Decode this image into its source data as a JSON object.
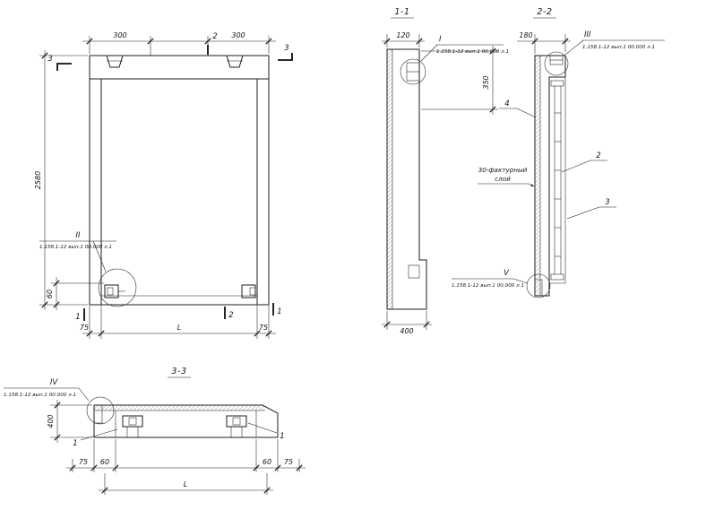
{
  "drawing": {
    "ref": "1.158.1-12 вып.1 00.000 л.1",
    "elevation": {
      "dim_300_left": "300",
      "mark_2_top": "2",
      "dim_300_right": "300",
      "mark_3_left": "3",
      "mark_3_right": "3",
      "dim_2580": "2580",
      "dim_60": "60",
      "detail_label": "II",
      "mark_1_left": "1",
      "mark_2_bottom": "2",
      "mark_1_right": "1",
      "dim_75_left": "75",
      "dim_L": "L",
      "dim_75_right": "75"
    },
    "section11": {
      "title": "1-1",
      "dim_120": "120",
      "detail_label": "I",
      "dim_350": "350",
      "dim_400": "400"
    },
    "section22": {
      "title": "2-2",
      "dim_180": "180",
      "detail_top": "III",
      "pos_4": "4",
      "pos_2": "2",
      "pos_3": "3",
      "note_line1": "30-фактурный",
      "note_line2": "слой",
      "detail_bottom": "V"
    },
    "section33": {
      "title": "3-3",
      "detail_label": "IV",
      "dim_400": "400",
      "pos_1_left": "1",
      "pos_1_right": "1",
      "dim_75_left": "75",
      "dim_60_left": "60",
      "dim_60_right": "60",
      "dim_75_right": "75",
      "dim_L": "L"
    }
  }
}
